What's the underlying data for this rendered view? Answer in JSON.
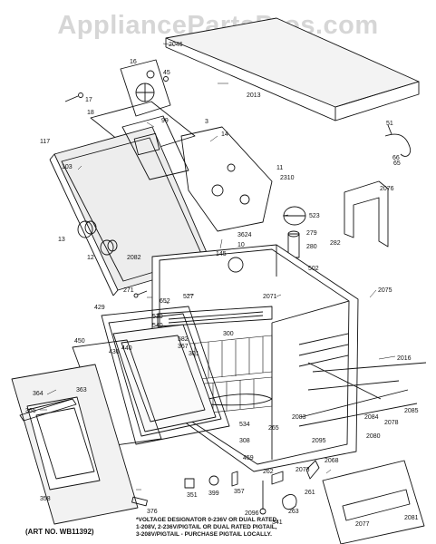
{
  "watermark": "AppliancePartsPros.com",
  "footer": {
    "art_no": "(ART NO. WB11392)",
    "voltage_note": [
      "*VOLTAGE DESIGNATOR 0-236V OR DUAL RATED,",
      "1-208V, 2-236V/PIGTAIL OR DUAL RATED PIGTAIL,",
      "3-208V/PIGTAIL - PURCHASE PIGTAIL LOCALLY."
    ]
  },
  "callouts": [
    "2046",
    "45",
    "16",
    "2013",
    "17",
    "18",
    "99",
    "3",
    "14",
    "51",
    "66",
    "117",
    "103",
    "11",
    "2310",
    "2076",
    "523",
    "279",
    "280",
    "13",
    "3624",
    "10",
    "282",
    "12",
    "145",
    "2082",
    "502",
    "271",
    "527",
    "2071",
    "2075",
    "652",
    "429",
    "530",
    "540",
    "582",
    "300",
    "367",
    "450",
    "436",
    "440",
    "301",
    "2016",
    "364",
    "363",
    "365",
    "2083",
    "2084",
    "2085",
    "2078",
    "2095",
    "2080",
    "534",
    "308",
    "265",
    "459",
    "263",
    "2096",
    "351",
    "399",
    "357",
    "262",
    "341",
    "358",
    "376",
    "2081",
    "2073",
    "261",
    "2077",
    "2068",
    "65"
  ]
}
